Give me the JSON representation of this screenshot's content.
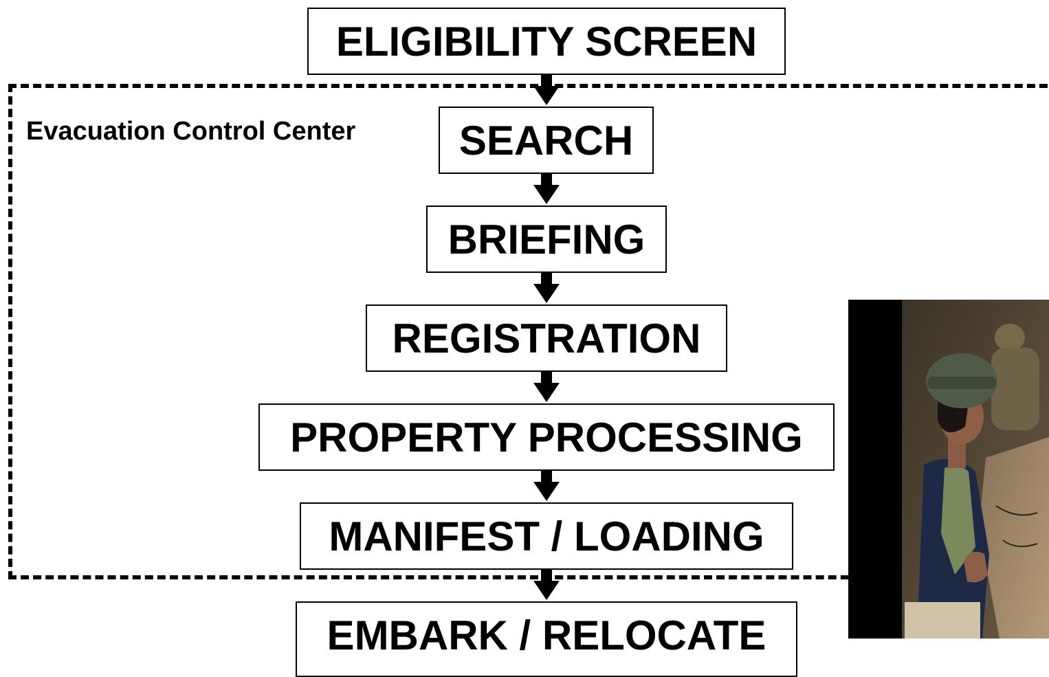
{
  "region": {
    "label": "Evacuation Control Center"
  },
  "steps": [
    {
      "label": "ELIGIBILITY SCREEN"
    },
    {
      "label": "SEARCH"
    },
    {
      "label": "BRIEFING"
    },
    {
      "label": "REGISTRATION"
    },
    {
      "label": "PROPERTY PROCESSING"
    },
    {
      "label": "MANIFEST / LOADING"
    },
    {
      "label": "EMBARK / RELOCATE"
    }
  ],
  "photo": {
    "subject": "evacuee-photo"
  }
}
